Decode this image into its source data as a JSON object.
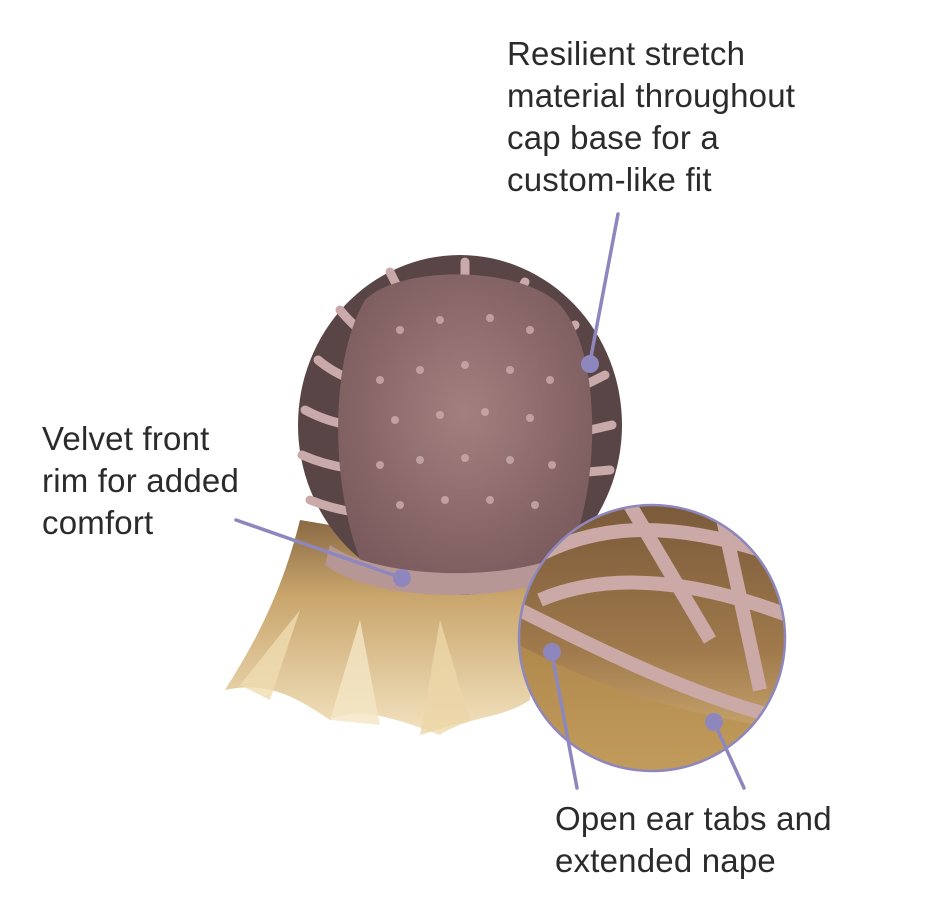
{
  "callouts": {
    "stretch_material": [
      "Resilient stretch",
      "material throughout",
      "cap base for a",
      "custom-like fit"
    ],
    "velvet_rim": [
      "Velvet front",
      "rim for added",
      "comfort"
    ],
    "ear_tabs": [
      "Open ear tabs and",
      "extended nape"
    ]
  },
  "colors": {
    "leader_line": "#8e87bd",
    "leader_dot": "#8e87bd",
    "text": "#2b2b2b",
    "cap_mesh": "#8a6a6e",
    "cap_band": "#c9a9a9",
    "hair_blonde": "#e8cf9e",
    "hair_root": "#8a6a44",
    "zoom_border": "#8e87bd"
  }
}
